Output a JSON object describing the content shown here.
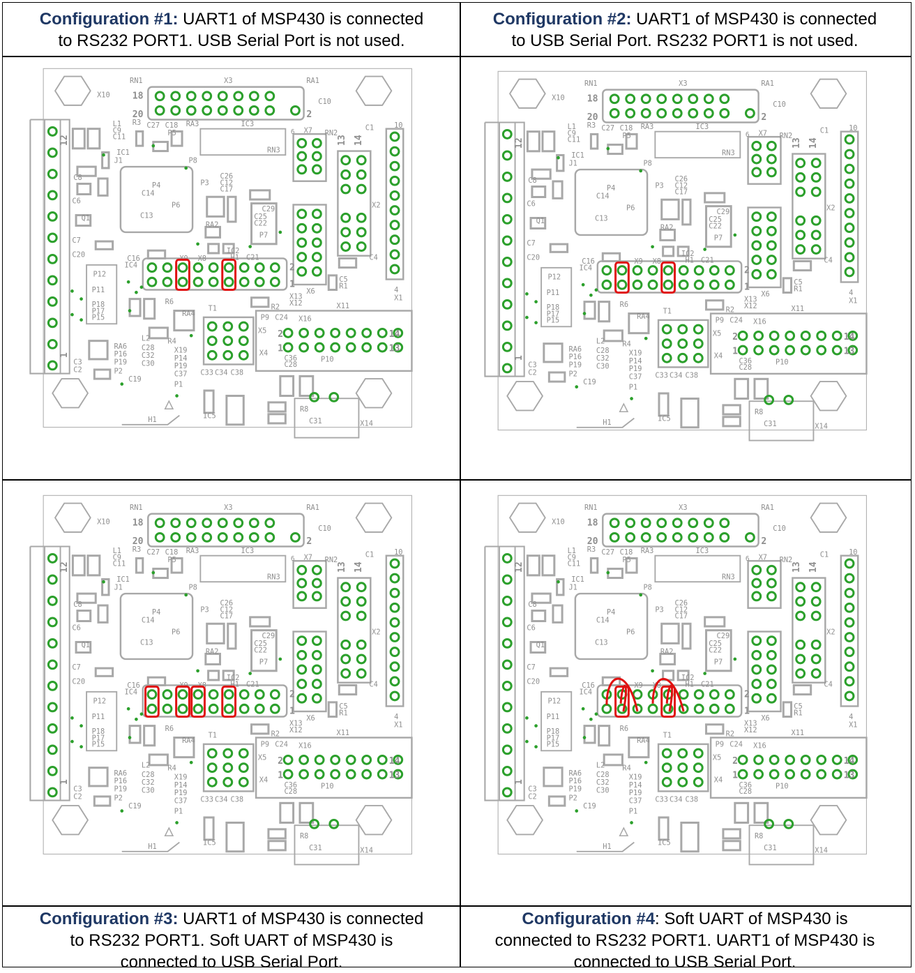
{
  "configs": [
    {
      "title": "Configuration #1:",
      "line1": " UART1 of MSP430 is connected",
      "line2": "to RS232 PORT1. USB Serial Port is not used.",
      "line3": ""
    },
    {
      "title": "Configuration #2:",
      "line1": " UART1 of MSP430 is connected",
      "line2": "to USB Serial Port. RS232 PORT1 is not used.",
      "line3": ""
    },
    {
      "title": "Configuration #3:",
      "line1": " UART1 of MSP430 is connected",
      "line2": "to RS232 PORT1. Soft UART of MSP430 is",
      "line3": "connected to USB Serial Port."
    },
    {
      "title": "Configuration #4",
      "line1": ": Soft UART of MSP430 is",
      "line2": "connected to RS232 PORT1. UART1 of MSP430 is",
      "line3": "connected to USB Serial Port."
    }
  ],
  "board_labels": {
    "rn1": "RN1",
    "x3": "X3",
    "ra1": "RA1",
    "x10": "X10",
    "n18": "18",
    "n20": "20",
    "n2": "2",
    "c10": "C10",
    "l1": "L1",
    "r3": "R3",
    "c27": "C27",
    "c18": "C18",
    "ra3": "RA3",
    "ic3": "IC3",
    "x7": "X7",
    "rn2": "RN2",
    "c1": "C1",
    "n10": "10",
    "c9": "C9",
    "c11": "C11",
    "p5": "P5",
    "n6": "6",
    "ic1": "IC1",
    "j1": "J1",
    "p8": "P8",
    "rn3": "RN3",
    "n13": "13",
    "n14": "14",
    "n12": "12",
    "c26": "C26",
    "c12": "C12",
    "c17": "C17",
    "p3": "P3",
    "p4": "P4",
    "c14": "C14",
    "p6": "P6",
    "c5a": "C8",
    "c6": "C6",
    "q1": "Q1",
    "c13": "C13",
    "c29": "C29",
    "c25": "C25",
    "c22": "C22",
    "ra2": "RA2",
    "p7": "P7",
    "x2": "X2",
    "c7": "C7",
    "ic2": "IC2",
    "h1": "H1",
    "c21": "C21",
    "c4": "C4",
    "c20": "C20",
    "c16": "C16",
    "ic4": "IC4",
    "x9": "X9",
    "x8": "X8",
    "p12": "P12",
    "p11": "P11",
    "p18": "P18",
    "p17": "P17",
    "p15": "P15",
    "c5": "C5",
    "r1": "R1",
    "x6": "X6",
    "x13": "X13",
    "x12": "X12",
    "r6": "R6",
    "t1": "T1",
    "r2": "R2",
    "x11": "X11",
    "ra4": "RA4",
    "p9": "P9",
    "c24": "C24",
    "x16": "X16",
    "x5": "X5",
    "x4": "X4",
    "n14b": "14",
    "n13b": "13",
    "n2b": "2",
    "n1b": "1",
    "ra6": "RA6",
    "l2": "L2",
    "r4": "R4",
    "p16": "P16",
    "p19": "P19",
    "p2": "P2",
    "c28b": "C28",
    "c32": "C32",
    "c30": "C30",
    "x19": "X19",
    "p14": "P14",
    "p19b": "P19",
    "c37": "C37",
    "p1": "P1",
    "c3": "C3",
    "c2": "C2",
    "c19": "C19",
    "c36": "C36",
    "c28": "C28",
    "p10": "P10",
    "c33": "C33",
    "c34": "C34",
    "c38": "C38",
    "ic5": "IC5",
    "r8": "R8",
    "c31": "C31",
    "x14": "X14",
    "n1": "1",
    "n4": "4",
    "x1": "X1",
    "n12v": "12",
    "n1v": "1"
  }
}
